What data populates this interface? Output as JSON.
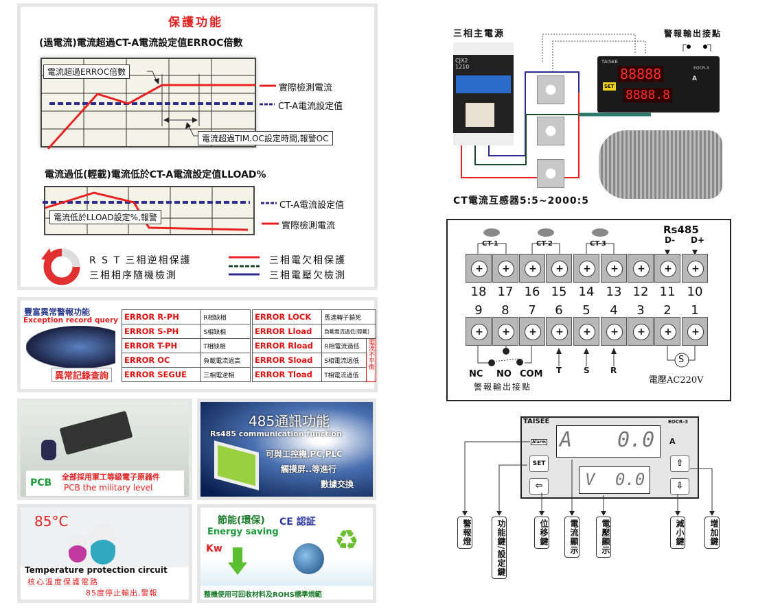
{
  "protection": {
    "title": "保護功能",
    "overcurrent_heading": "(過電流)電流超過CT-A電流設定值ERROC倍數",
    "oc_label_errroc": "電流超過ERROC倍數",
    "oc_label_tim": "電流超過TIM.OC設定時間,報警OC",
    "legend_actual": "實際檢測電流",
    "legend_setpoint": "CT-A電流設定值",
    "underload_heading": "電流過低(輕載)電流低於CT-A電流設定值LLOAD%",
    "ul_label": "電流低於LLOAD設定%,報警",
    "rst_line1": "R S T 三相逆相保護",
    "rst_line2": "三相相序隨機檢測",
    "phase_loss": "三相電欠相保護",
    "undervoltage": "三相電壓欠檢測",
    "colors": {
      "actual": "#e82020",
      "setpoint": "#2a2a90",
      "green": "#1a4a2a"
    }
  },
  "exception": {
    "title_cn": "豐富異常警報功能",
    "title_en": "Exception record query",
    "badge": "異常記錄查詢",
    "left_rows": [
      {
        "code": "ERROR R-PH",
        "desc": "R相缺相"
      },
      {
        "code": "ERROR S-PH",
        "desc": "S相缺相"
      },
      {
        "code": "ERROR T-PH",
        "desc": "T相缺相"
      },
      {
        "code": "ERROR OC",
        "desc": "負載電流過高"
      },
      {
        "code": "ERROR SEGUE",
        "desc": "三相電逆相"
      }
    ],
    "right_rows": [
      {
        "code": "ERROR LOCK",
        "desc": "馬達轉子鎖死"
      },
      {
        "code": "ERROR Lload",
        "desc": "負載電流過低(輕載)"
      },
      {
        "code": "ERROR Rload",
        "desc": "R相電流過低"
      },
      {
        "code": "ERROR Sload",
        "desc": "S相電流過低"
      },
      {
        "code": "ERROR Tload",
        "desc": "T相電流過低"
      }
    ],
    "imbalance_note": "電流不平衡"
  },
  "tiles": {
    "pcb": {
      "tag": "PCB",
      "cn": "全部採用軍工等級電子原器件",
      "en": "PCB the military level"
    },
    "rs485": {
      "title": "485通訊功能",
      "en": "Rs485 communication function",
      "line1": "可與工控機,PC,PLC",
      "line2": "觸摸屏..等進行",
      "line3": "數據交換"
    },
    "temp": {
      "temp": "85°C",
      "en": "Temperature protection circuit",
      "cn1": "核心溫度保護電路",
      "cn2": "85度停止輸出,警報"
    },
    "energy": {
      "title": "節能(環保)",
      "ce": "CE 認証",
      "en": "Energy saving",
      "kw": "Kw",
      "footer": "整機使用可回收材料及ROHS標準規範"
    }
  },
  "wiring": {
    "power_label": "三相主電源",
    "alarm_label": "警報輸出接點",
    "ct_label": "CT電流互感器5:5~2000:5",
    "contactor_model": "CJX2 1210",
    "meter_brand": "TAISEE",
    "meter_model": "EOCR-3",
    "meter_display1": "88888",
    "meter_display2": "8888.8",
    "meter_unit": "A",
    "set": "SET"
  },
  "terminals": {
    "ct": [
      "CT-1",
      "CT-2",
      "CT-3"
    ],
    "rs485": "Rs485",
    "d_minus": "D-",
    "d_plus": "D+",
    "top_numbers": [
      "18",
      "17",
      "16",
      "15",
      "14",
      "13",
      "12",
      "11",
      "10"
    ],
    "bottom_numbers": [
      "9",
      "8",
      "7",
      "6",
      "5",
      "4",
      "3",
      "2",
      "1"
    ],
    "nc": "NC",
    "no": "NO",
    "com": "COM",
    "alarm_contacts": "警報輸出接點",
    "phases": [
      "T",
      "S",
      "R"
    ],
    "s": "S",
    "voltage": "電壓AC220V"
  },
  "front_panel": {
    "brand": "TAISEE",
    "model": "EOCR-3",
    "alarm": "Alarm",
    "set": "SET",
    "disp1_prefix": "A",
    "disp1_value": "0.0",
    "disp2_prefix": "V",
    "disp2_value": "0.0",
    "unit": "A",
    "callouts": [
      "警報燈",
      "功能鍵/設定鍵",
      "位移鍵",
      "電流顯示",
      "電壓顯示",
      "減小鍵",
      "增加鍵"
    ]
  }
}
